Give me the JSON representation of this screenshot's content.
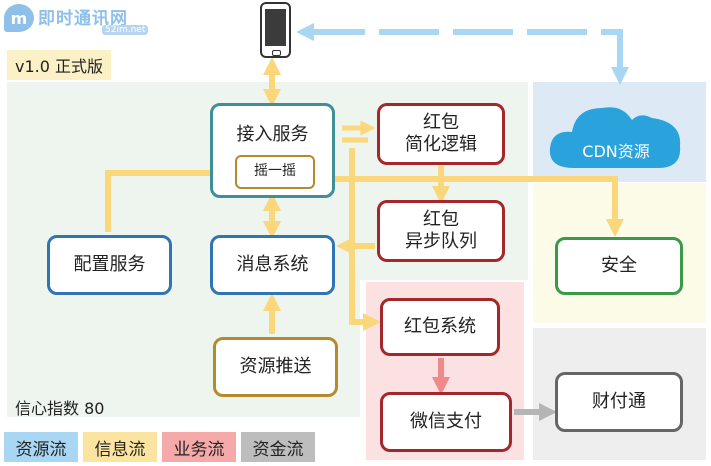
{
  "watermark": {
    "text": "即时通讯网",
    "subtext": "52im.net"
  },
  "version_label": "v1.0 正式版",
  "confidence_label": "信心指数 80",
  "nodes": {
    "access": "接入服务",
    "shake": "摇一摇",
    "config": "配置服务",
    "message": "消息系统",
    "push": "资源推送",
    "redpacket_logic": "红包\n简化逻辑",
    "redpacket_queue": "红包\n异步队列",
    "redpacket_system": "红包系统",
    "wechat_pay": "微信支付",
    "security": "安全",
    "tenpay": "财付通",
    "cdn": "CDN资源"
  },
  "legend": [
    {
      "label": "资源流",
      "color": "#a9d6f2"
    },
    {
      "label": "信息流",
      "color": "#fbe3a0"
    },
    {
      "label": "业务流",
      "color": "#f5a9a9"
    },
    {
      "label": "资金流",
      "color": "#bdbdbd"
    }
  ],
  "colors": {
    "info_flow": "#f9d77a",
    "resource_flow": "#a9d6f2",
    "business_flow": "#ee8a8a",
    "money_flow": "#b5b5b5",
    "main_region": "#eef5ee",
    "pay_region": "#fbe1e1",
    "cdn_region": "#dde9f5",
    "side_region": "#fbfbe8",
    "tenpay_region": "#eeeeee"
  }
}
